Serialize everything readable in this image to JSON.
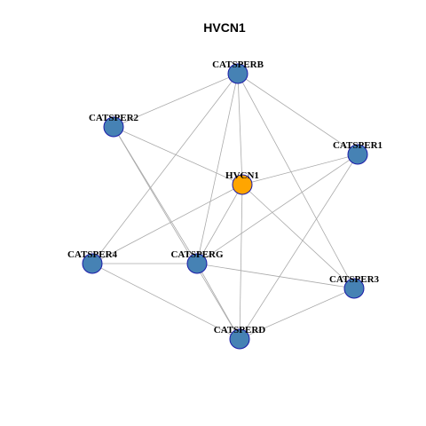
{
  "title": "HVCN1",
  "colors": {
    "hub_fill": "#FFA500",
    "node_fill": "#4682B4",
    "node_stroke": "#1a1aa8",
    "edge": "#aaaaaa"
  },
  "nodes": [
    {
      "id": "HVCN1",
      "label": "HVCN1",
      "hub": true
    },
    {
      "id": "CATSPERB",
      "label": "CATSPERB",
      "hub": false
    },
    {
      "id": "CATSPER2",
      "label": "CATSPER2",
      "hub": false
    },
    {
      "id": "CATSPER1",
      "label": "CATSPER1",
      "hub": false
    },
    {
      "id": "CATSPER4",
      "label": "CATSPER4",
      "hub": false
    },
    {
      "id": "CATSPERG",
      "label": "CATSPERG",
      "hub": false
    },
    {
      "id": "CATSPER3",
      "label": "CATSPER3",
      "hub": false
    },
    {
      "id": "CATSPERD",
      "label": "CATSPERD",
      "hub": false
    }
  ],
  "edges": [
    [
      "CATSPERB",
      "CATSPER2"
    ],
    [
      "CATSPERB",
      "HVCN1"
    ],
    [
      "CATSPERB",
      "CATSPER1"
    ],
    [
      "CATSPERB",
      "CATSPER4"
    ],
    [
      "CATSPERB",
      "CATSPERG"
    ],
    [
      "CATSPERB",
      "CATSPER3"
    ],
    [
      "CATSPER2",
      "HVCN1"
    ],
    [
      "CATSPER2",
      "CATSPERG"
    ],
    [
      "CATSPER2",
      "CATSPERD"
    ],
    [
      "CATSPER1",
      "HVCN1"
    ],
    [
      "CATSPER1",
      "CATSPERG"
    ],
    [
      "CATSPER1",
      "CATSPERD"
    ],
    [
      "HVCN1",
      "CATSPER4"
    ],
    [
      "HVCN1",
      "CATSPERG"
    ],
    [
      "HVCN1",
      "CATSPER3"
    ],
    [
      "HVCN1",
      "CATSPERD"
    ],
    [
      "CATSPER4",
      "CATSPERG"
    ],
    [
      "CATSPER4",
      "CATSPERD"
    ],
    [
      "CATSPERG",
      "CATSPER3"
    ],
    [
      "CATSPERG",
      "CATSPERD"
    ],
    [
      "CATSPER3",
      "CATSPERD"
    ]
  ]
}
